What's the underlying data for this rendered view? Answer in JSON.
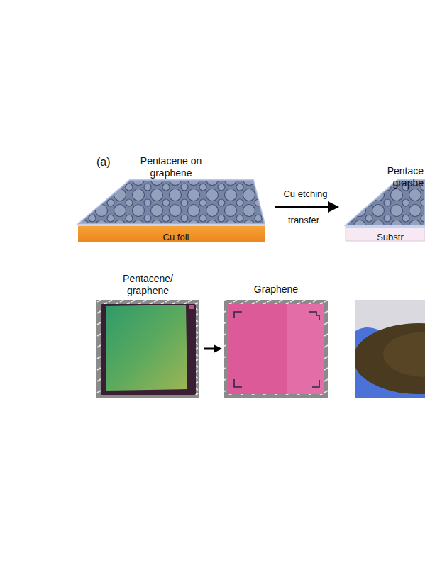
{
  "diagram": {
    "nodes": [
      {
        "text": [
          "Pentacene on graphene",
          "Cu foil"
        ]
      },
      {
        "text": [
          "Pentace graphe",
          "Substr"
        ]
      },
      {
        "text": [
          "Pentacene/ graphene"
        ]
      },
      {
        "text": [
          "Graphene"
        ]
      }
    ],
    "edges": [
      {
        "from": 0,
        "to": 1,
        "arrow": "to",
        "label": "Cu etching"
      },
      {
        "from": 2,
        "to": 3,
        "arrow": "to"
      }
    ],
    "labels": [
      "(a)",
      "transfer"
    ]
  }
}
